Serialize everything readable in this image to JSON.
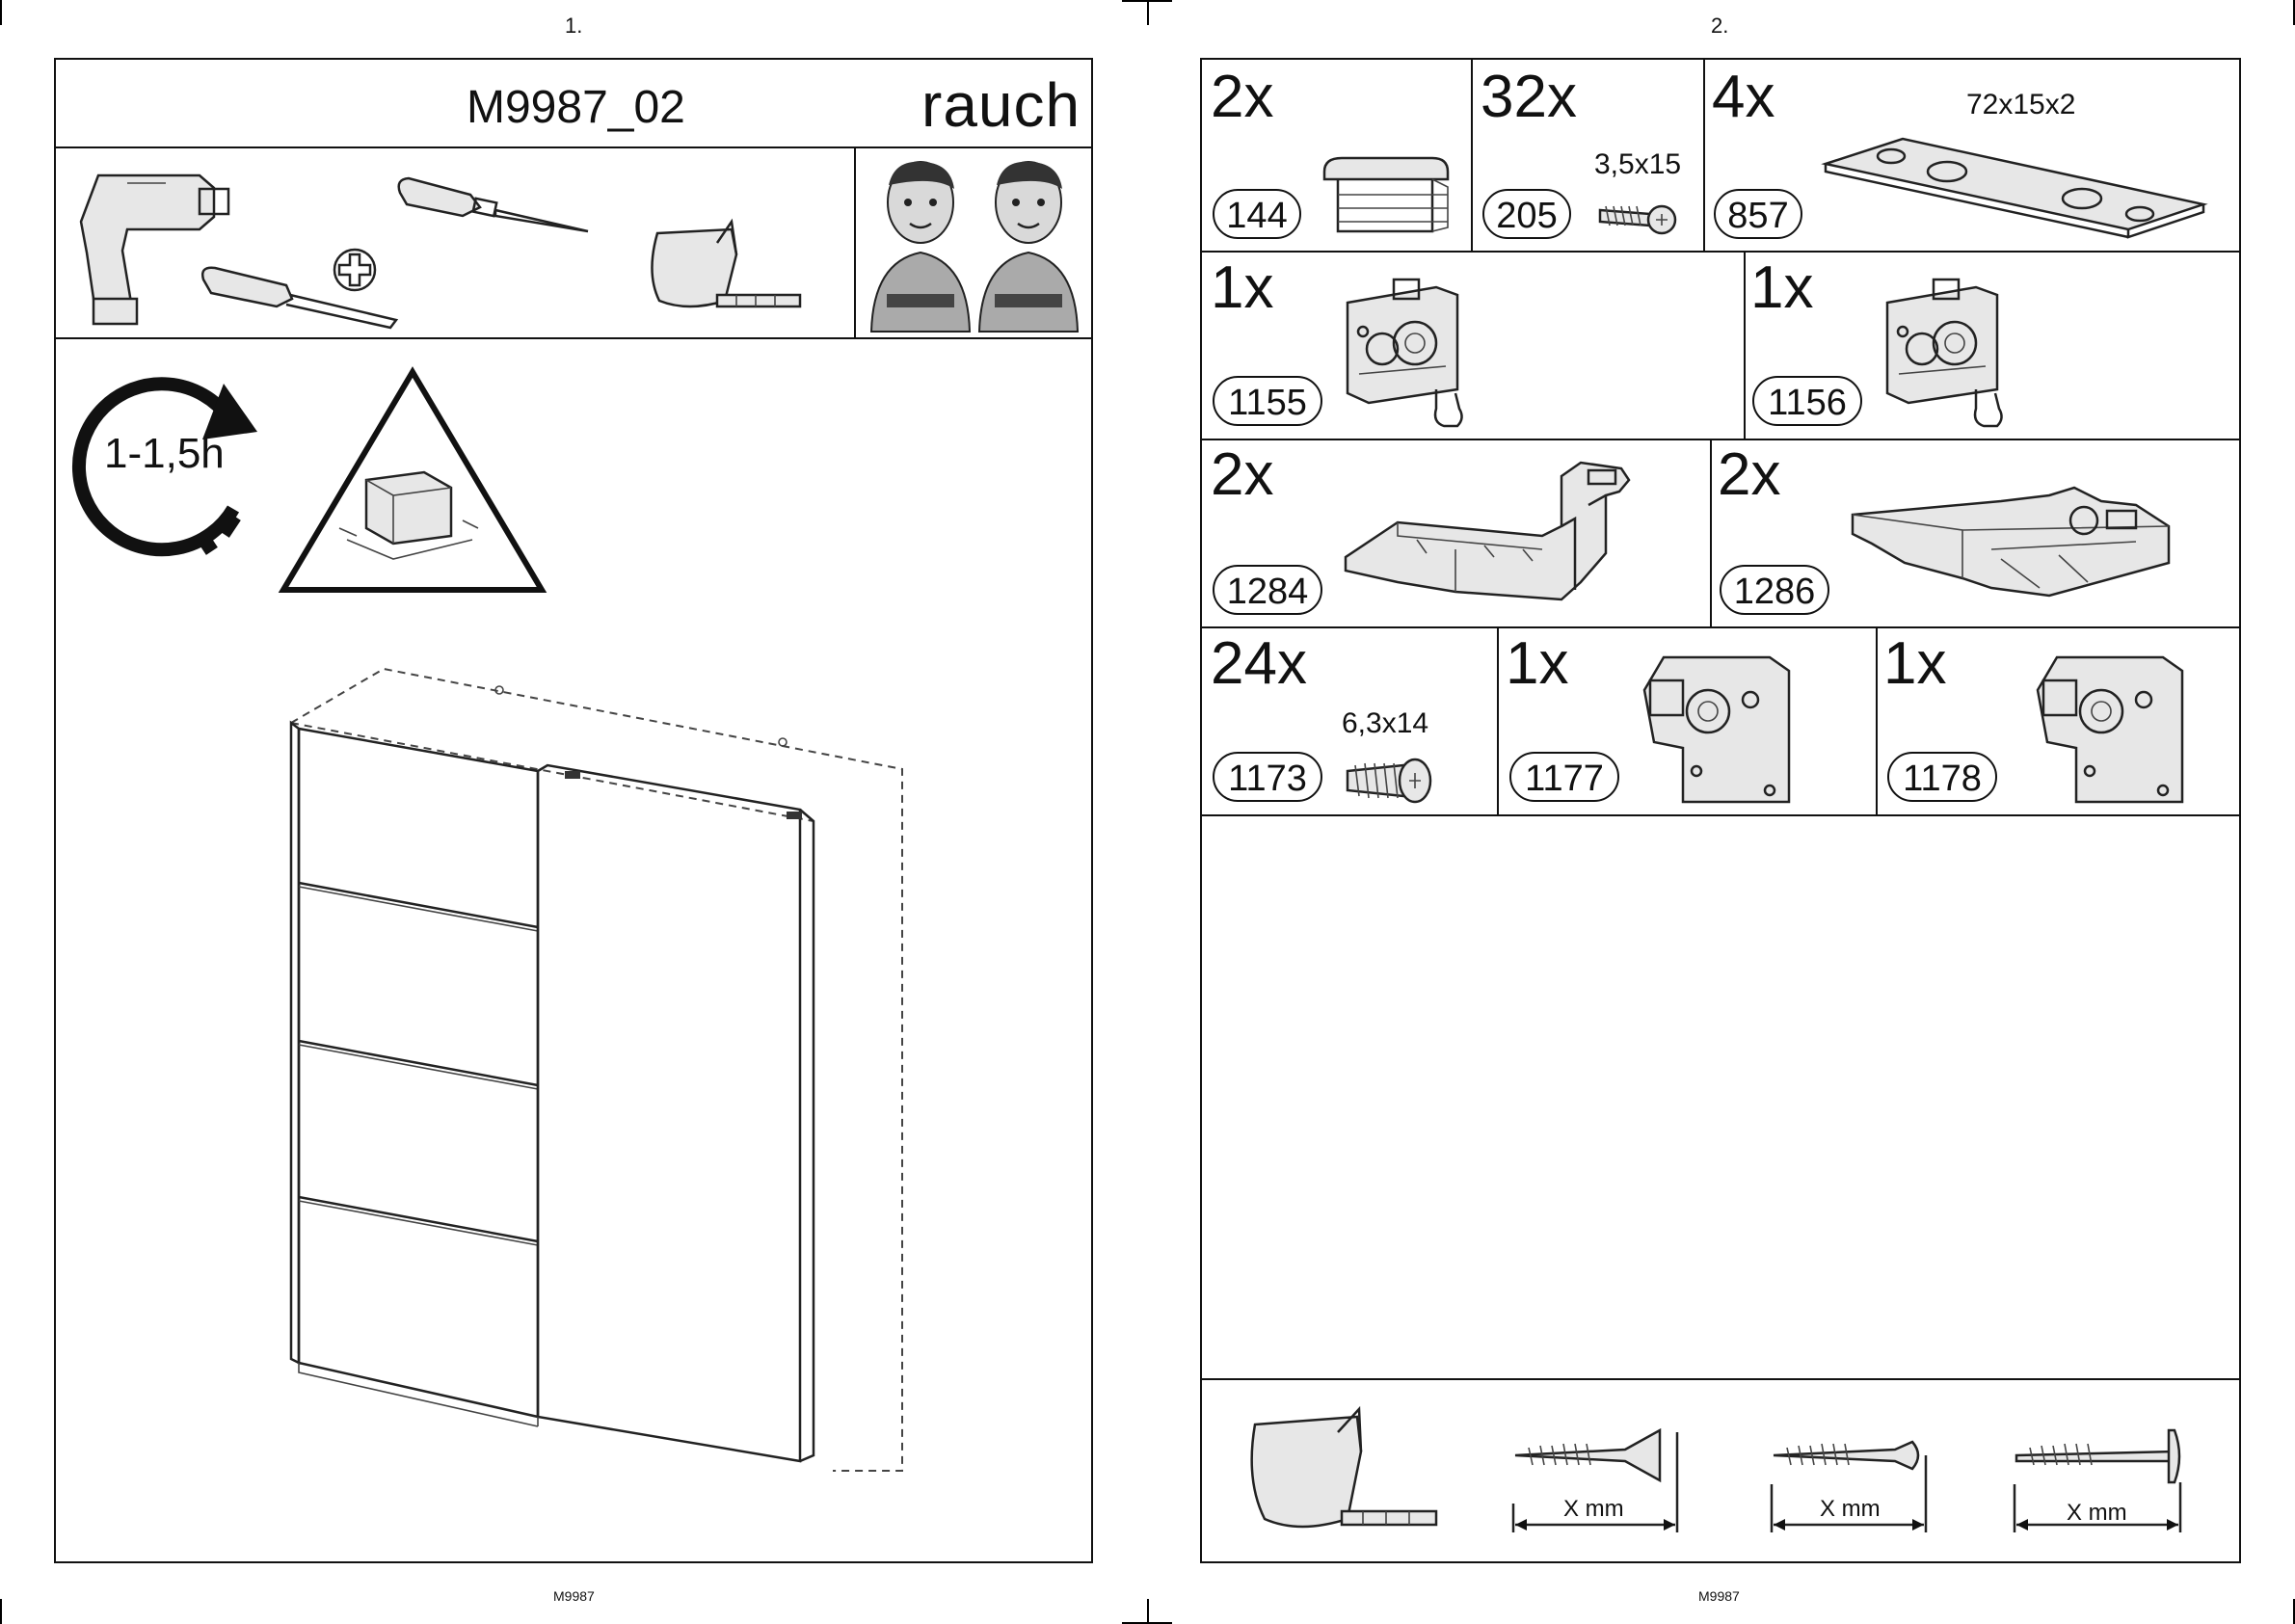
{
  "pages": [
    {
      "number": "1.",
      "footer": "M9987"
    },
    {
      "number": "2.",
      "footer": "M9987"
    }
  ],
  "header": {
    "model": "M9987_02",
    "brand": "rauch"
  },
  "tools": [
    "drill-icon",
    "awl-icon",
    "phillips-screwdriver-icon",
    "phillips-plus-icon",
    "tape-measure-icon"
  ],
  "assembly": {
    "time": "1-1,5h",
    "people_count": 2,
    "warning": "warning-triangle-icon"
  },
  "parts": [
    {
      "qty": "2x",
      "id": "144",
      "spec": ""
    },
    {
      "qty": "32x",
      "id": "205",
      "spec": "3,5x15"
    },
    {
      "qty": "4x",
      "id": "857",
      "spec": "72x15x2"
    },
    {
      "qty": "1x",
      "id": "1155",
      "spec": ""
    },
    {
      "qty": "1x",
      "id": "1156",
      "spec": ""
    },
    {
      "qty": "2x",
      "id": "1284",
      "spec": ""
    },
    {
      "qty": "2x",
      "id": "1286",
      "spec": ""
    },
    {
      "qty": "24x",
      "id": "1173",
      "spec": "6,3x14"
    },
    {
      "qty": "1x",
      "id": "1177",
      "spec": ""
    },
    {
      "qty": "1x",
      "id": "1178",
      "spec": ""
    }
  ],
  "measure_guide": {
    "labels": [
      "X mm",
      "X mm",
      "X mm"
    ]
  }
}
